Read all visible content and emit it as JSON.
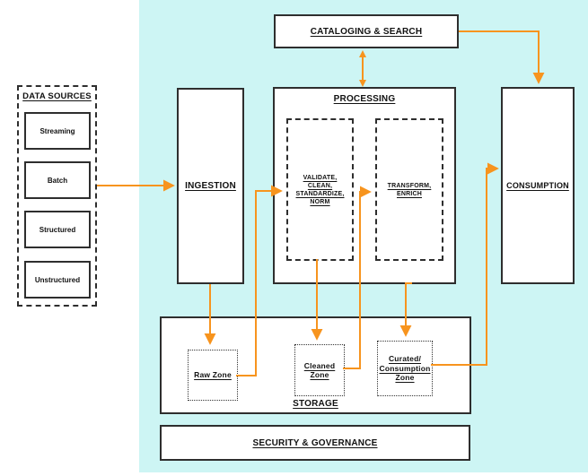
{
  "colors": {
    "accent_orange": "#F7941E",
    "lake_background_cyan": "#CDF5F4",
    "box_border": "#2E2E2E",
    "box_fill": "#FFFFFF",
    "text": "#111111"
  },
  "data_sources": {
    "title": "DATA SOURCES",
    "items": [
      {
        "label": "Streaming"
      },
      {
        "label": "Batch"
      },
      {
        "label": "Structured"
      },
      {
        "label": "Unstructured"
      }
    ]
  },
  "ingestion": {
    "label": "INGESTION"
  },
  "cataloging": {
    "label": "CATALOGING & SEARCH"
  },
  "processing": {
    "label": "PROCESSING",
    "validate_lines": [
      "VALIDATE,",
      "CLEAN,",
      "STANDARDIZE,",
      "NORM"
    ],
    "transform_lines": [
      "TRANSFORM,",
      "ENRICH"
    ]
  },
  "consumption": {
    "label": "CONSUMPTION"
  },
  "storage": {
    "label": "STORAGE",
    "zones": {
      "raw_lines": [
        "Raw Zone"
      ],
      "cleaned_lines": [
        "Cleaned",
        "Zone"
      ],
      "curated_lines": [
        "Curated/",
        "Consumption",
        "Zone"
      ]
    }
  },
  "security": {
    "label": "SECURITY & GOVERNANCE"
  }
}
